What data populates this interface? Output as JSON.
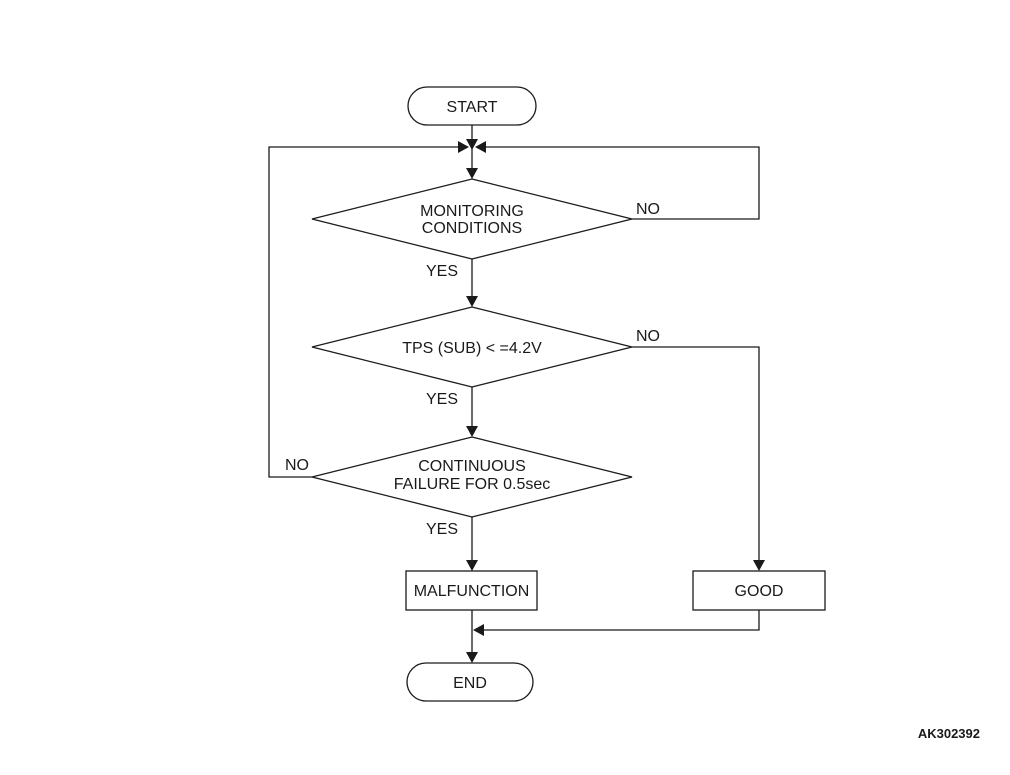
{
  "flowchart": {
    "start": "START",
    "end": "END",
    "decision_monitoring": [
      "MONITORING",
      "CONDITIONS"
    ],
    "decision_tps": "TPS (SUB) < =4.2V",
    "decision_continuous": [
      "CONTINUOUS",
      "FAILURE FOR 0.5sec"
    ],
    "process_malfunction": "MALFUNCTION",
    "process_good": "GOOD",
    "labels": {
      "monitoring_yes": "YES",
      "monitoring_no": "NO",
      "tps_yes": "YES",
      "tps_no": "NO",
      "continuous_yes": "YES",
      "continuous_no": "NO"
    }
  },
  "figure_id": "AK302392"
}
